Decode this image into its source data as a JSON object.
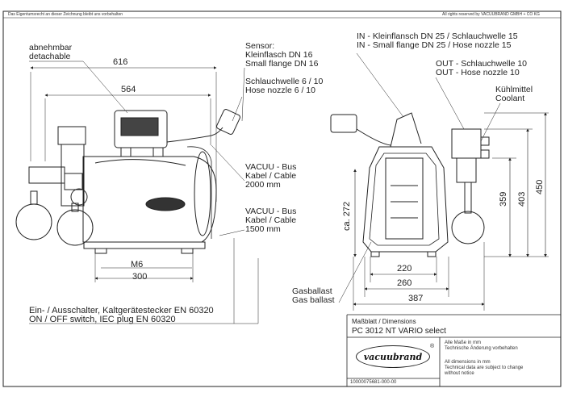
{
  "header": {
    "left_notice": "Das Eigentumsrecht an dieser Zeichnung bleibt uns vorbehalten",
    "right_notice": "All rights reserved by VACUUBRAND GMBH + CO KG"
  },
  "labels": {
    "detachable": [
      "abnehmbar",
      "detachable"
    ],
    "sensor": [
      "Sensor:",
      "Kleinflasch DN 16",
      "Small flange DN 16"
    ],
    "hose_6": [
      "Schlauchwelle 6 / 10",
      "Hose nozzle 6 / 10"
    ],
    "cable_2000": [
      "VACUU - Bus",
      "Kabel / Cable",
      "2000 mm"
    ],
    "cable_1500": [
      "VACUU - Bus",
      "Kabel / Cable",
      "1500 mm"
    ],
    "in_port": [
      "IN - Kleinflansch DN 25 / Schlauchwelle 15",
      "IN - Small flange DN 25 / Hose nozzle 15"
    ],
    "out_port": [
      "OUT - Schlauchwelle 10",
      "OUT - Hose nozzle 10"
    ],
    "coolant": [
      "Kühlmittel",
      "Coolant"
    ],
    "gas_ballast": [
      "Gasballast",
      "Gas ballast"
    ],
    "switch": [
      "Ein- / Ausschalter, Kaltgerätestecker EN 60320",
      "ON / OFF switch, IEC plug EN 60320"
    ]
  },
  "dimensions": {
    "d616": "616",
    "d564": "564",
    "m6": "M6",
    "d300": "300",
    "d220": "220",
    "d260": "260",
    "d387": "387",
    "d272": "ca. 272",
    "d359": "359",
    "d403": "403",
    "d450": "450"
  },
  "title_block": {
    "sheet_type": "Maßblatt / Dimensions",
    "model": "PC 3012 NT VARIO select",
    "logo_text": "vacuubrand",
    "reg_mark": "®",
    "notes_de": [
      "Alle Maße in mm",
      "Technische Änderung vorbehalten"
    ],
    "notes_en": [
      "All dimensions in mm",
      "Technical data are subject to change",
      "without notice"
    ],
    "doc_number": "10000075681-000-00"
  }
}
